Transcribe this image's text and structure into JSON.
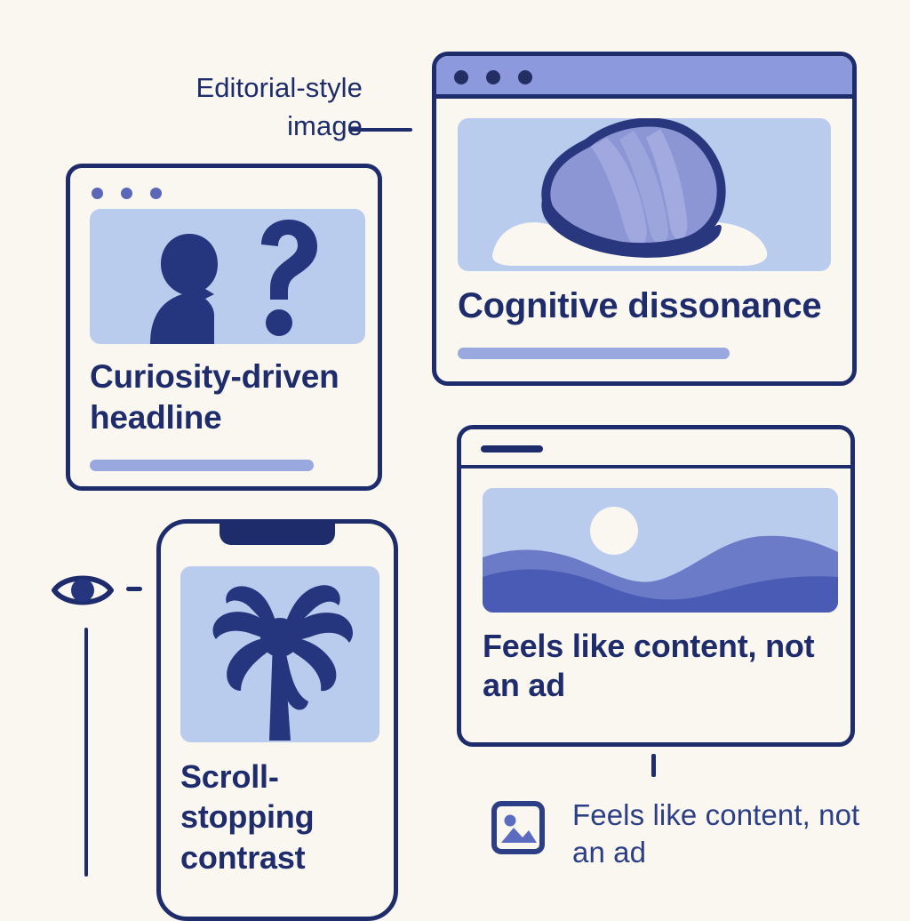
{
  "background_color": "#FAF7F0",
  "ink_color": "#1E2C6B",
  "accent_color": "#5B68B8",
  "thumb_color": "#B9CCEE",
  "bar_color": "#9AA8E0",
  "annotation": {
    "label": "Editorial-style image",
    "connector": "horizontal-line"
  },
  "cards": {
    "curiosity": {
      "title": "Curiosity-driven headline",
      "thumbnail_icon": "person-question-mark-illustration",
      "window_dots": 3,
      "progress_bar": true
    },
    "dissonance": {
      "title": "Cognitive dissonance",
      "thumbnail_icon": "seashell-on-sand-illustration",
      "window_dots": 3,
      "titlebar": true,
      "progress_bar": true
    },
    "native": {
      "title": "Feels like content, not an ad",
      "thumbnail_icon": "hills-sunrise-landscape-illustration",
      "tab_dash": true,
      "progress_bar": false
    },
    "phone": {
      "title": "Scroll-stopping contrast",
      "thumbnail_icon": "palm-tree-illustration",
      "notch": true
    }
  },
  "markers": {
    "eye_icon": "eye-icon",
    "eye_dash": "dash",
    "vertical_rule": "vertical-line"
  },
  "caption": {
    "icon": "image-placeholder-icon",
    "text": "Feels like content, not an ad",
    "tick": "vertical-tick"
  }
}
